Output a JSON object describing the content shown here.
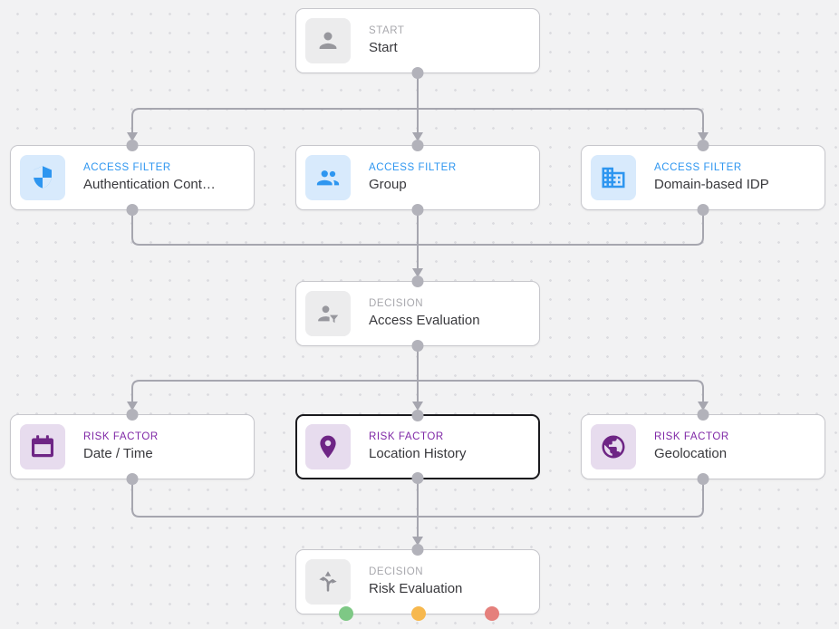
{
  "canvas": {
    "background_color": "#f2f2f3",
    "grid_dot_color": "#dcdce0"
  },
  "colors": {
    "blue_accent": "#2e96f0",
    "blue_icon_bg": "#d8eafc",
    "purple_accent": "#7f27a6",
    "purple_icon_dark": "#6e2585",
    "purple_icon_bg": "#e7dcee",
    "gray_accent": "#a8a8ad",
    "gray_icon": "#97979d",
    "gray_icon_bg": "#ececed",
    "wire_gray": "#a6a6af",
    "port_gray": "#b2b2ba",
    "outcome_green": "#7ec885",
    "outcome_amber": "#f7b84e",
    "outcome_red": "#e5807c",
    "selected_border": "#1a1a1e"
  },
  "nodes": [
    {
      "id": "start",
      "category": "START",
      "title": "Start",
      "icon": "person-icon",
      "variant": "gray",
      "selected": false
    },
    {
      "id": "af-auth-context",
      "category": "ACCESS FILTER",
      "title": "Authentication Cont…",
      "icon": "shield-icon",
      "variant": "blue",
      "selected": false
    },
    {
      "id": "af-group",
      "category": "ACCESS FILTER",
      "title": "Group",
      "icon": "group-icon",
      "variant": "blue",
      "selected": false
    },
    {
      "id": "af-domain-idp",
      "category": "ACCESS FILTER",
      "title": "Domain-based IDP",
      "icon": "building-icon",
      "variant": "blue",
      "selected": false
    },
    {
      "id": "decision-access",
      "category": "DECISION",
      "title": "Access Evaluation",
      "icon": "person-filter-icon",
      "variant": "gray",
      "selected": false
    },
    {
      "id": "rf-date-time",
      "category": "RISK FACTOR",
      "title": "Date / Time",
      "icon": "calendar-icon",
      "variant": "purple",
      "selected": false
    },
    {
      "id": "rf-location-history",
      "category": "RISK FACTOR",
      "title": "Location History",
      "icon": "location-pin-icon",
      "variant": "purple",
      "selected": true
    },
    {
      "id": "rf-geolocation",
      "category": "RISK FACTOR",
      "title": "Geolocation",
      "icon": "globe-icon",
      "variant": "purple",
      "selected": false
    },
    {
      "id": "decision-risk",
      "category": "DECISION",
      "title": "Risk Evaluation",
      "icon": "alt-route-icon",
      "variant": "gray",
      "selected": false
    }
  ],
  "edges": [
    {
      "from": "start",
      "to": "af-auth-context"
    },
    {
      "from": "start",
      "to": "af-group"
    },
    {
      "from": "start",
      "to": "af-domain-idp"
    },
    {
      "from": "af-auth-context",
      "to": "decision-access"
    },
    {
      "from": "af-group",
      "to": "decision-access"
    },
    {
      "from": "af-domain-idp",
      "to": "decision-access"
    },
    {
      "from": "decision-access",
      "to": "rf-date-time"
    },
    {
      "from": "decision-access",
      "to": "rf-location-history"
    },
    {
      "from": "decision-access",
      "to": "rf-geolocation"
    },
    {
      "from": "rf-date-time",
      "to": "decision-risk"
    },
    {
      "from": "rf-location-history",
      "to": "decision-risk"
    },
    {
      "from": "rf-geolocation",
      "to": "decision-risk"
    }
  ],
  "outcome_dots": [
    {
      "name": "green-outcome",
      "color": "#7ec885"
    },
    {
      "name": "amber-outcome",
      "color": "#f7b84e"
    },
    {
      "name": "red-outcome",
      "color": "#e5807c"
    }
  ]
}
